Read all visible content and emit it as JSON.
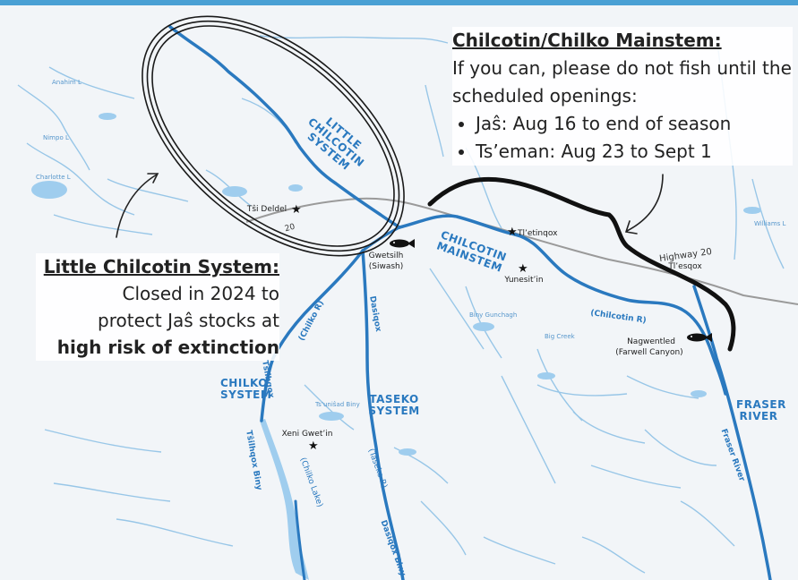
{
  "callout_main": {
    "title": "Chilcotin/Chilko Mainstem:",
    "text": "If you can, please do not fish until the scheduled openings:",
    "items": [
      "Jaŝ: Aug 16 to end of season",
      "Ts’eman: Aug 23 to Sept 1"
    ]
  },
  "callout_little": {
    "title": "Little Chilcotin System:",
    "line1": "Closed in 2024 to",
    "line2": "protect Jaŝ stocks at",
    "bold": "high risk of extinction"
  },
  "systems": {
    "little_chilcotin": "LITTLE CHILCOTIN SYSTEM",
    "chilcotin_mainstem": "CHILCOTIN MAINSTEM",
    "chilko": "CHILKO SYSTEM",
    "taseko": "TASEKO SYSTEM",
    "fraser": "FRASER RIVER"
  },
  "places": {
    "tsi_deldel": "Tŝi Deldel",
    "gwetsilh": "Gwetsilh",
    "gwetsilh_alt": "(Siwash)",
    "tl_etinqox": "Tl’etinqox",
    "yunesit_in": "Yunesit’in",
    "xeni_gwet_in": "Xeni Gwet’in",
    "nagwentled": "Nagwentled",
    "nagwentled_alt": "(Farwell Canyon)",
    "tl_esqox": "Tl’esqox"
  },
  "highway": {
    "label": "Highway 20",
    "short": "20"
  },
  "rivers": {
    "chilko_r": "(Chilko R)",
    "chilcotin_r": "(Chilcotin R)",
    "dasiqox": "Dasiqox",
    "tsilhqox": "Tŝilhqox",
    "tsilhqox_biny": "Tŝilhqox Biny",
    "dasiqox_biny": "Dasiqox Biny",
    "taseko_r": "(Taseko R)",
    "chilko_lake": "(Chilko Lake)",
    "fraser": "Fraser River"
  },
  "minor": {
    "anahim": "Anahim L",
    "charlotte": "Charlotte L",
    "nimpo": "Nimpo L",
    "biny_gunchagh": "Biny Gunchagh",
    "big_creek": "Big Creek",
    "williams": "Williams L",
    "tunilad": "Ts’uniŝad Biny"
  },
  "colors": {
    "river": "#2a79bf",
    "minor_stream": "#8fc2e6",
    "highway": "#9a9a9a",
    "closure_outline": "#1a1a1a",
    "mainstem_line": "#111111"
  },
  "icons": [
    "star-icon",
    "fish-icon"
  ]
}
